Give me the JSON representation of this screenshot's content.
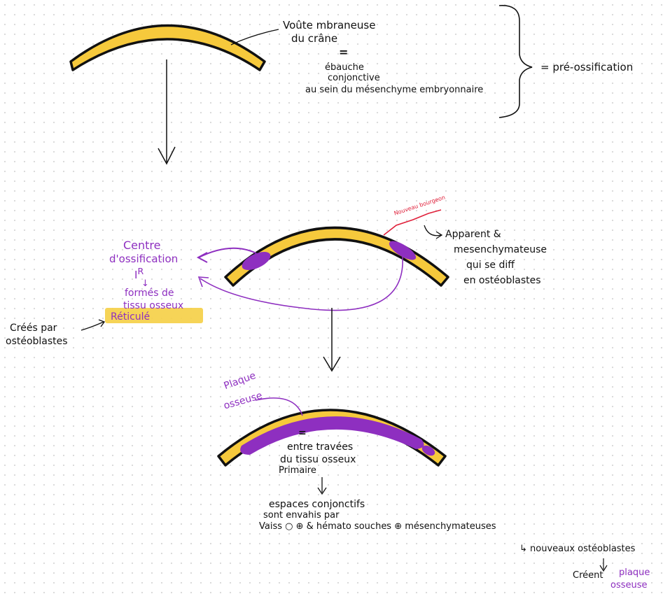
{
  "top": {
    "label_line1": "Voûte mbraneuse",
    "label_line2": "du crâne",
    "equals": "=",
    "ebauche_line1": "ébauche",
    "ebauche_line2": "conjonctive",
    "ebauche_line3": "au sein du mésenchyme embryonnaire",
    "bracket_result": "= pré-ossification"
  },
  "middle": {
    "red_note": "Nouveau bourgeon",
    "arrow_right_line1": "Apparent &",
    "arrow_right_line2": "mesenchymateuse",
    "arrow_right_line3": "qui se diff",
    "arrow_right_line4": "en ostéoblastes",
    "centre_line1": "Centre",
    "centre_line2": "d'ossification",
    "centre_line3": "I",
    "centre_sup": "R",
    "down_mark": "↓",
    "formes_line1": "formés de",
    "formes_line2": "tissu osseux",
    "formes_line3": "Réticulé",
    "crees_line1": "Créés par",
    "crees_line2": "ostéoblastes"
  },
  "bottom": {
    "plaque_line1": "Plaque",
    "plaque_line2": "osseuse",
    "entre_eq": "=",
    "entre_line1": "entre travées",
    "entre_line2": "du tissu osseux",
    "entre_line3": "Primaire",
    "espaces_line1": "espaces conjonctifs",
    "espaces_line2": "sont envahis par",
    "espaces_line3": "Vaiss ○ ⊕ & hémato souches ⊕ mésenchymateuses",
    "nouveaux": "↳ nouveaux ostéoblastes",
    "creent": "Créent",
    "plaque2_line1": "plaque",
    "plaque2_line2": "osseuse"
  },
  "colors": {
    "bone": "#f6c93c",
    "outline": "#111111",
    "purple": "#8e2fc0",
    "highlight": "#f5cf45",
    "red": "#e0203a"
  }
}
